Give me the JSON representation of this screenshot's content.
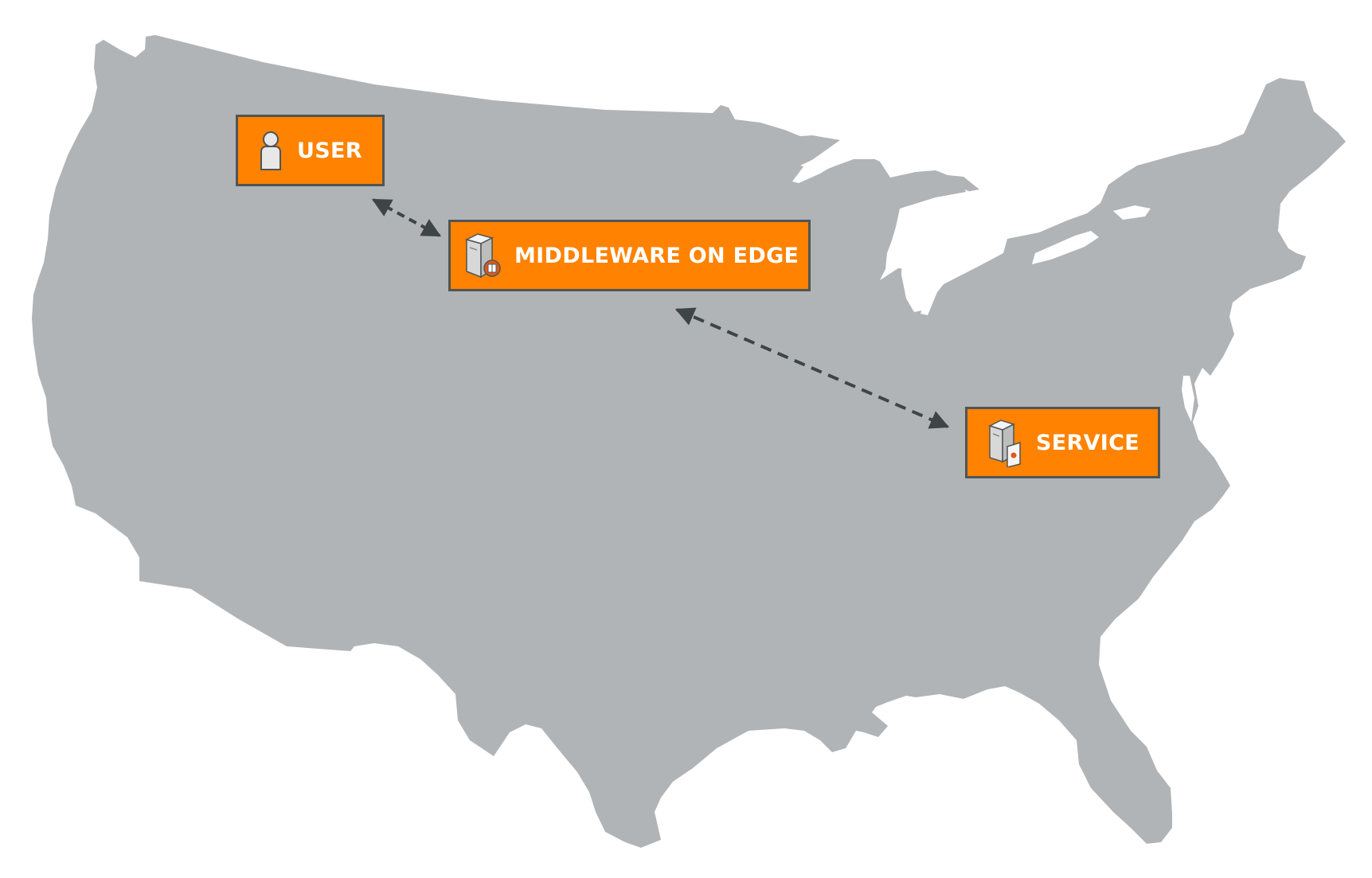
{
  "diagram": {
    "nodes": {
      "user": {
        "label": "USER",
        "icon": "user-icon"
      },
      "middleware": {
        "label": "MIDDLEWARE ON EDGE",
        "icon": "edge-server-icon"
      },
      "service": {
        "label": "SERVICE",
        "icon": "service-server-icon"
      }
    },
    "connections": [
      {
        "from": "user",
        "to": "middleware",
        "style": "dashed",
        "direction": "bidirectional"
      },
      {
        "from": "middleware",
        "to": "service",
        "style": "dashed",
        "direction": "bidirectional"
      }
    ]
  },
  "colors": {
    "map_fill": "#b1b4b6",
    "node_fill": "#ff8200",
    "node_border": "#4f5556",
    "arrow": "#3d4546",
    "label_text": "#ffffff"
  }
}
